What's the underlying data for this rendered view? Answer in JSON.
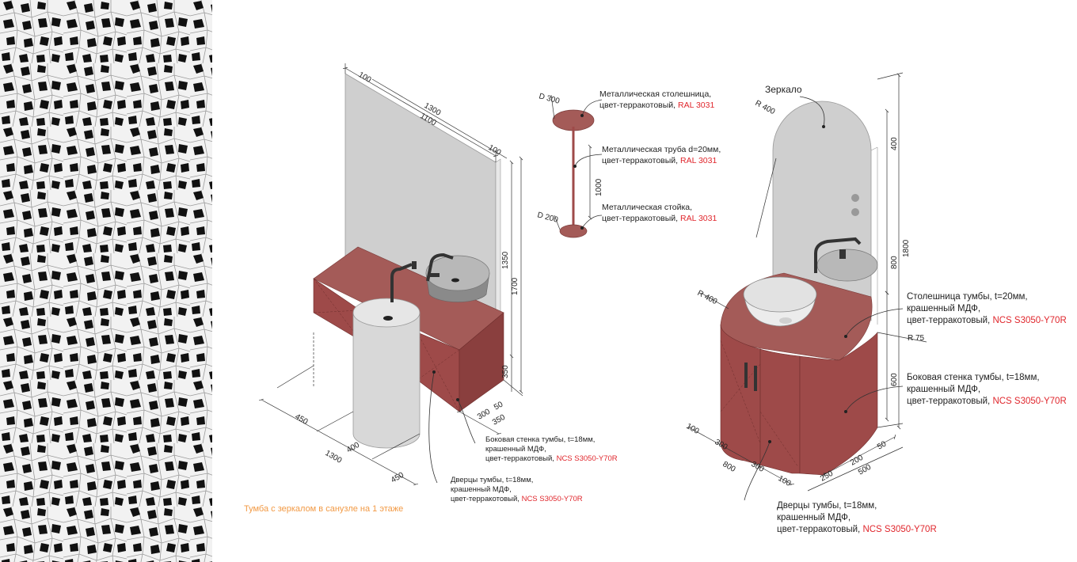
{
  "caption": "Тумба с зеркалом в санузле на 1 этаже",
  "colors": {
    "terracotta": "#9e4a49",
    "mirror": "#c9c9c9",
    "sink": "#d9d9d9",
    "accent_text": "#e0262c",
    "caption": "#f29a45"
  },
  "stand_labels": {
    "top": {
      "l1": "Металлическая столешница,",
      "l2": "цвет-терракотовый, ",
      "code": "RAL 3031"
    },
    "pipe": {
      "l1": "Металлическая труба d=20мм,",
      "l2": "цвет-терракотовый, ",
      "code": "RAL 3031"
    },
    "base": {
      "l1": "Металлическая стойка,",
      "l2": "цвет-терракотовый, ",
      "code": "RAL 3031"
    },
    "dim_top": "D 300",
    "dim_base": "D 200",
    "dim_height": "1000"
  },
  "left_labels": {
    "side": {
      "l1": "Боковая стенка тумбы, t=18мм,",
      "l2": "крашенный МДФ,",
      "l3": "цвет-терракотовый, ",
      "code": "NCS S3050-Y70R"
    },
    "doors": {
      "l1": "Дверцы тумбы, t=18мм,",
      "l2": "крашенный МДФ,",
      "l3": "цвет-терракотовый, ",
      "code": "NCS S3050-Y70R"
    }
  },
  "right_labels": {
    "mirror": "Зеркало",
    "top": {
      "l1": "Столешница тумбы, t=20мм,",
      "l2": "крашенный МДФ,",
      "l3": "цвет-терракотовый, ",
      "code": "NCS S3050-Y70R"
    },
    "side": {
      "l1": "Боковая стенка тумбы, t=18мм,",
      "l2": "крашенный МДФ,",
      "l3": "цвет-терракотовый, ",
      "code": "NCS S3050-Y70R"
    },
    "doors": {
      "l1": "Дверцы тумбы, t=18мм,",
      "l2": "крашенный МДФ,",
      "l3": "цвет-терракотовый, ",
      "code": "NCS S3050-Y70R"
    }
  },
  "left_dims": {
    "d100": "100",
    "d1300top": "1300",
    "d1100": "1100",
    "d100b": "100",
    "d1350": "1350",
    "d1700": "1700",
    "d350": "350",
    "d450a": "450",
    "d1300": "1300",
    "d400": "400",
    "d450b": "450",
    "d300": "300",
    "d50": "50",
    "d350b": "350"
  },
  "right_dims": {
    "r400top": "R 400",
    "d400": "400",
    "d800": "800",
    "d1800": "1800",
    "r400side": "R 400",
    "r75": "R 75",
    "d600": "600",
    "d100": "100",
    "d300a": "300",
    "d800b": "800",
    "d300b": "300",
    "d100b": "100",
    "d250": "250",
    "d200": "200",
    "d500": "500",
    "d50": "50"
  }
}
